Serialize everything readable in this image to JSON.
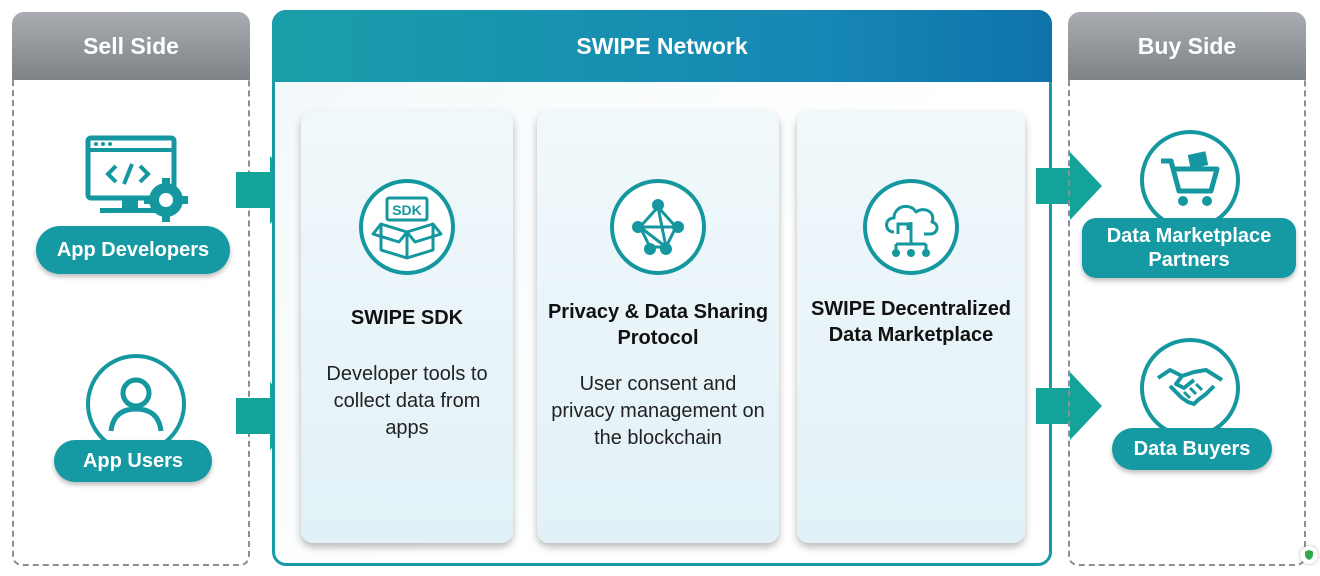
{
  "sell_side": {
    "title": "Sell Side",
    "actors": [
      {
        "label": "App Developers",
        "icon": "developer-monitor-icon"
      },
      {
        "label": "App Users",
        "icon": "user-icon"
      }
    ]
  },
  "network": {
    "title": "SWIPE Network",
    "cards": [
      {
        "title": "SWIPE SDK",
        "icon_text": "SDK",
        "description": "Developer tools to collect data from apps",
        "icon": "sdk-box-icon"
      },
      {
        "title": "Privacy & Data Sharing Protocol",
        "description": "User consent and privacy management on the blockchain",
        "icon": "network-nodes-icon"
      },
      {
        "title": "SWIPE Decentralized Data Marketplace",
        "description": "",
        "icon": "cloud-network-icon"
      }
    ]
  },
  "buy_side": {
    "title": "Buy Side",
    "actors": [
      {
        "label": "Data Marketplace Partners",
        "icon": "shopping-cart-icon"
      },
      {
        "label": "Data Buyers",
        "icon": "handshake-icon"
      }
    ]
  },
  "colors": {
    "teal": "#159aa3",
    "gray_header": "#8e9398",
    "network_header": "#1687b4"
  }
}
